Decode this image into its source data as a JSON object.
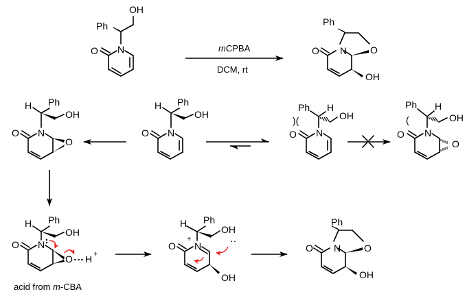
{
  "title": "mCPBA-mediated oxidative cyclization of N-(2-hydroxy-1-phenylethyl)-2-pyridone",
  "reaction": {
    "reagent_italic": "m",
    "reagent_rest": "CPBA",
    "conditions": "DCM, rt"
  },
  "labels": {
    "ph": "Ph",
    "oh": "OH",
    "o": "O",
    "n": "N",
    "h": "H",
    "plus": "+",
    "steric": ")(",
    "steric_half": "(",
    "lone_pair": "··"
  },
  "caption": {
    "prefix": "acid from ",
    "italic": "m",
    "suffix": "-CBA"
  },
  "colors": {
    "ink": "#000000",
    "curly_arrow": "#e8201c"
  }
}
